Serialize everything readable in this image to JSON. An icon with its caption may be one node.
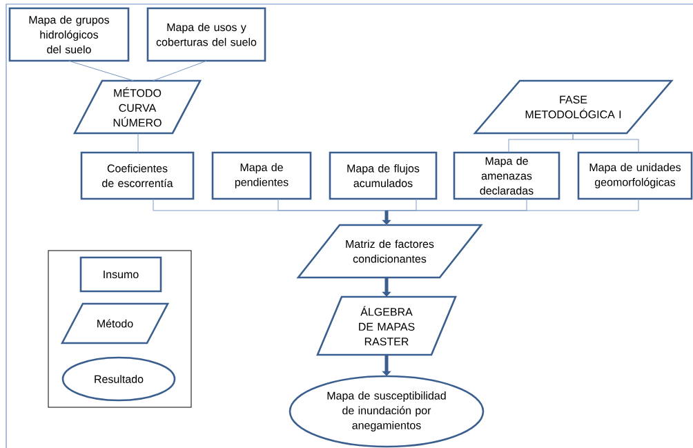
{
  "diagram": {
    "nodes": [
      {
        "text": [
          "Mapa de grupos hidrológicos del suelo"
        ]
      },
      {
        "text": [
          "Mapa de usos y coberturas del suelo"
        ]
      },
      {
        "text": [
          "MÉTODO CURVA NÚMERO"
        ]
      },
      {
        "text": [
          "FASE METODOLÓGICA I"
        ]
      },
      {
        "text": [
          "Coeficientes de escorrentía"
        ]
      },
      {
        "text": [
          "Mapa de pendientes"
        ]
      },
      {
        "text": [
          "Mapa de flujos acumulados"
        ]
      },
      {
        "text": [
          "Mapa de amenazas declaradas"
        ]
      },
      {
        "text": [
          "Mapa de unidades geomorfológicas"
        ]
      },
      {
        "text": [
          "Matriz de factores condicionantes"
        ]
      },
      {
        "text": [
          "ÁLGEBRA DE MAPAS RASTER"
        ]
      },
      {
        "text": [
          "Mapa de susceptibilidad de inundación por anegamientos"
        ]
      }
    ],
    "edges": [
      {
        "from": 0,
        "to": 2,
        "arrow": "none"
      },
      {
        "from": 1,
        "to": 2,
        "arrow": "none"
      },
      {
        "from": 2,
        "to": 4,
        "arrow": "none"
      },
      {
        "from": 3,
        "to": 7,
        "arrow": "none"
      },
      {
        "from": 3,
        "to": 8,
        "arrow": "none"
      },
      {
        "from": 4,
        "to": 9,
        "arrow": "to"
      },
      {
        "from": 5,
        "to": 9,
        "arrow": "to"
      },
      {
        "from": 6,
        "to": 9,
        "arrow": "to"
      },
      {
        "from": 7,
        "to": 9,
        "arrow": "to"
      },
      {
        "from": 8,
        "to": 9,
        "arrow": "to"
      },
      {
        "from": 9,
        "to": 10,
        "arrow": "to",
        "style": "thick"
      },
      {
        "from": 10,
        "to": 11,
        "arrow": "to",
        "style": "thick"
      }
    ],
    "legend": [
      {
        "text": "Insumo"
      },
      {
        "text": "Método"
      },
      {
        "text": "Resultado"
      }
    ]
  }
}
